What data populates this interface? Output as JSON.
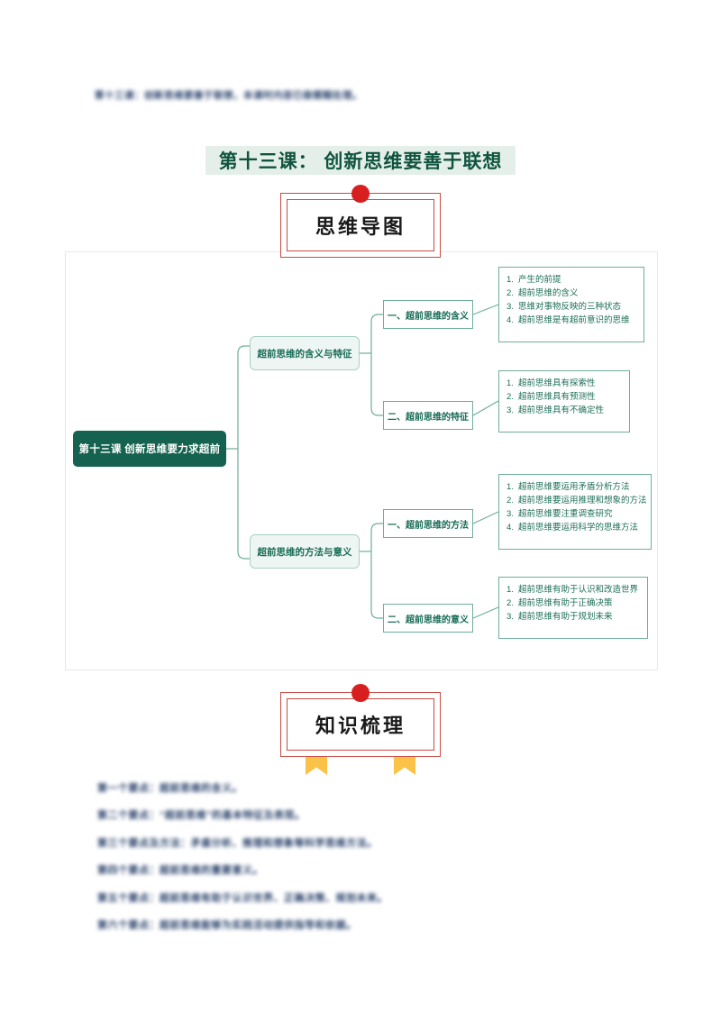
{
  "document": {
    "top_note": "第十三课：创新思维要善于联想，本课时内容已做模糊处理。",
    "page_title": "第十三课： 创新思维要善于联想",
    "banners": [
      {
        "label": "思维导图",
        "accent": "#c94b45",
        "dot_color": "#d81f1f",
        "ribbon_color": "#fac347"
      },
      {
        "label": "知识梳理",
        "accent": "#c94b45",
        "dot_color": "#d81f1f",
        "ribbon_color": "#fac347"
      }
    ],
    "bottom_notes": [
      "第一个要点：超前思维的含义。",
      "第二个要点：“超前思维”的基本特征及表现。",
      "第三个要点及方法：矛盾分析、推理和想象等科学思维方法。",
      "第四个要点：超前思维的重要意义。",
      "第五个要点：超前思维有助于认识世界、正确决策、规划未来。",
      "第六个要点：超前思维能够为实践活动提供指导和依据。"
    ]
  },
  "colors": {
    "title_band_bg": "#e4efe9",
    "title_text": "#10543f",
    "root_bg": "#14624f",
    "root_text": "#ffffff",
    "branch_bg": "#eef6f3",
    "branch_border": "#a8cfc3",
    "node_border": "#6fae9c",
    "node_text": "#176b55",
    "connector": "#6fae9c",
    "blur_text": "#1f3864"
  },
  "mindmap": {
    "root": "第十三课 创新思维要力求超前",
    "branches": [
      {
        "label": "超前思维的含义与特征",
        "sections": [
          {
            "label": "一、超前思维的含义",
            "items": [
              {
                "num": "1.",
                "text": "产生的前提"
              },
              {
                "num": "2.",
                "text": "超前思维的含义"
              },
              {
                "num": "3.",
                "text": "思维对事物反映的三种状态"
              },
              {
                "num": "4.",
                "text": "超前思维是有超前意识的思维"
              }
            ]
          },
          {
            "label": "二、超前思维的特征",
            "items": [
              {
                "num": "1.",
                "text": "超前思维具有探索性"
              },
              {
                "num": "2.",
                "text": "超前思维具有预测性"
              },
              {
                "num": "3.",
                "text": "超前思维具有不确定性"
              }
            ]
          }
        ]
      },
      {
        "label": "超前思维的方法与意义",
        "sections": [
          {
            "label": "一、超前思维的方法",
            "items": [
              {
                "num": "1.",
                "text": "超前思维要运用矛盾分析方法"
              },
              {
                "num": "2.",
                "text": "超前思维要运用推理和想象的方法"
              },
              {
                "num": "3.",
                "text": "超前思维要注重调查研究"
              },
              {
                "num": "4.",
                "text": "超前思维要运用科学的思维方法"
              }
            ]
          },
          {
            "label": "二、超前思维的意义",
            "items": [
              {
                "num": "1.",
                "text": "超前思维有助于认识和改造世界"
              },
              {
                "num": "2.",
                "text": "超前思维有助于正确决策"
              },
              {
                "num": "3.",
                "text": "超前思维有助于规划未来"
              }
            ]
          }
        ]
      }
    ]
  }
}
